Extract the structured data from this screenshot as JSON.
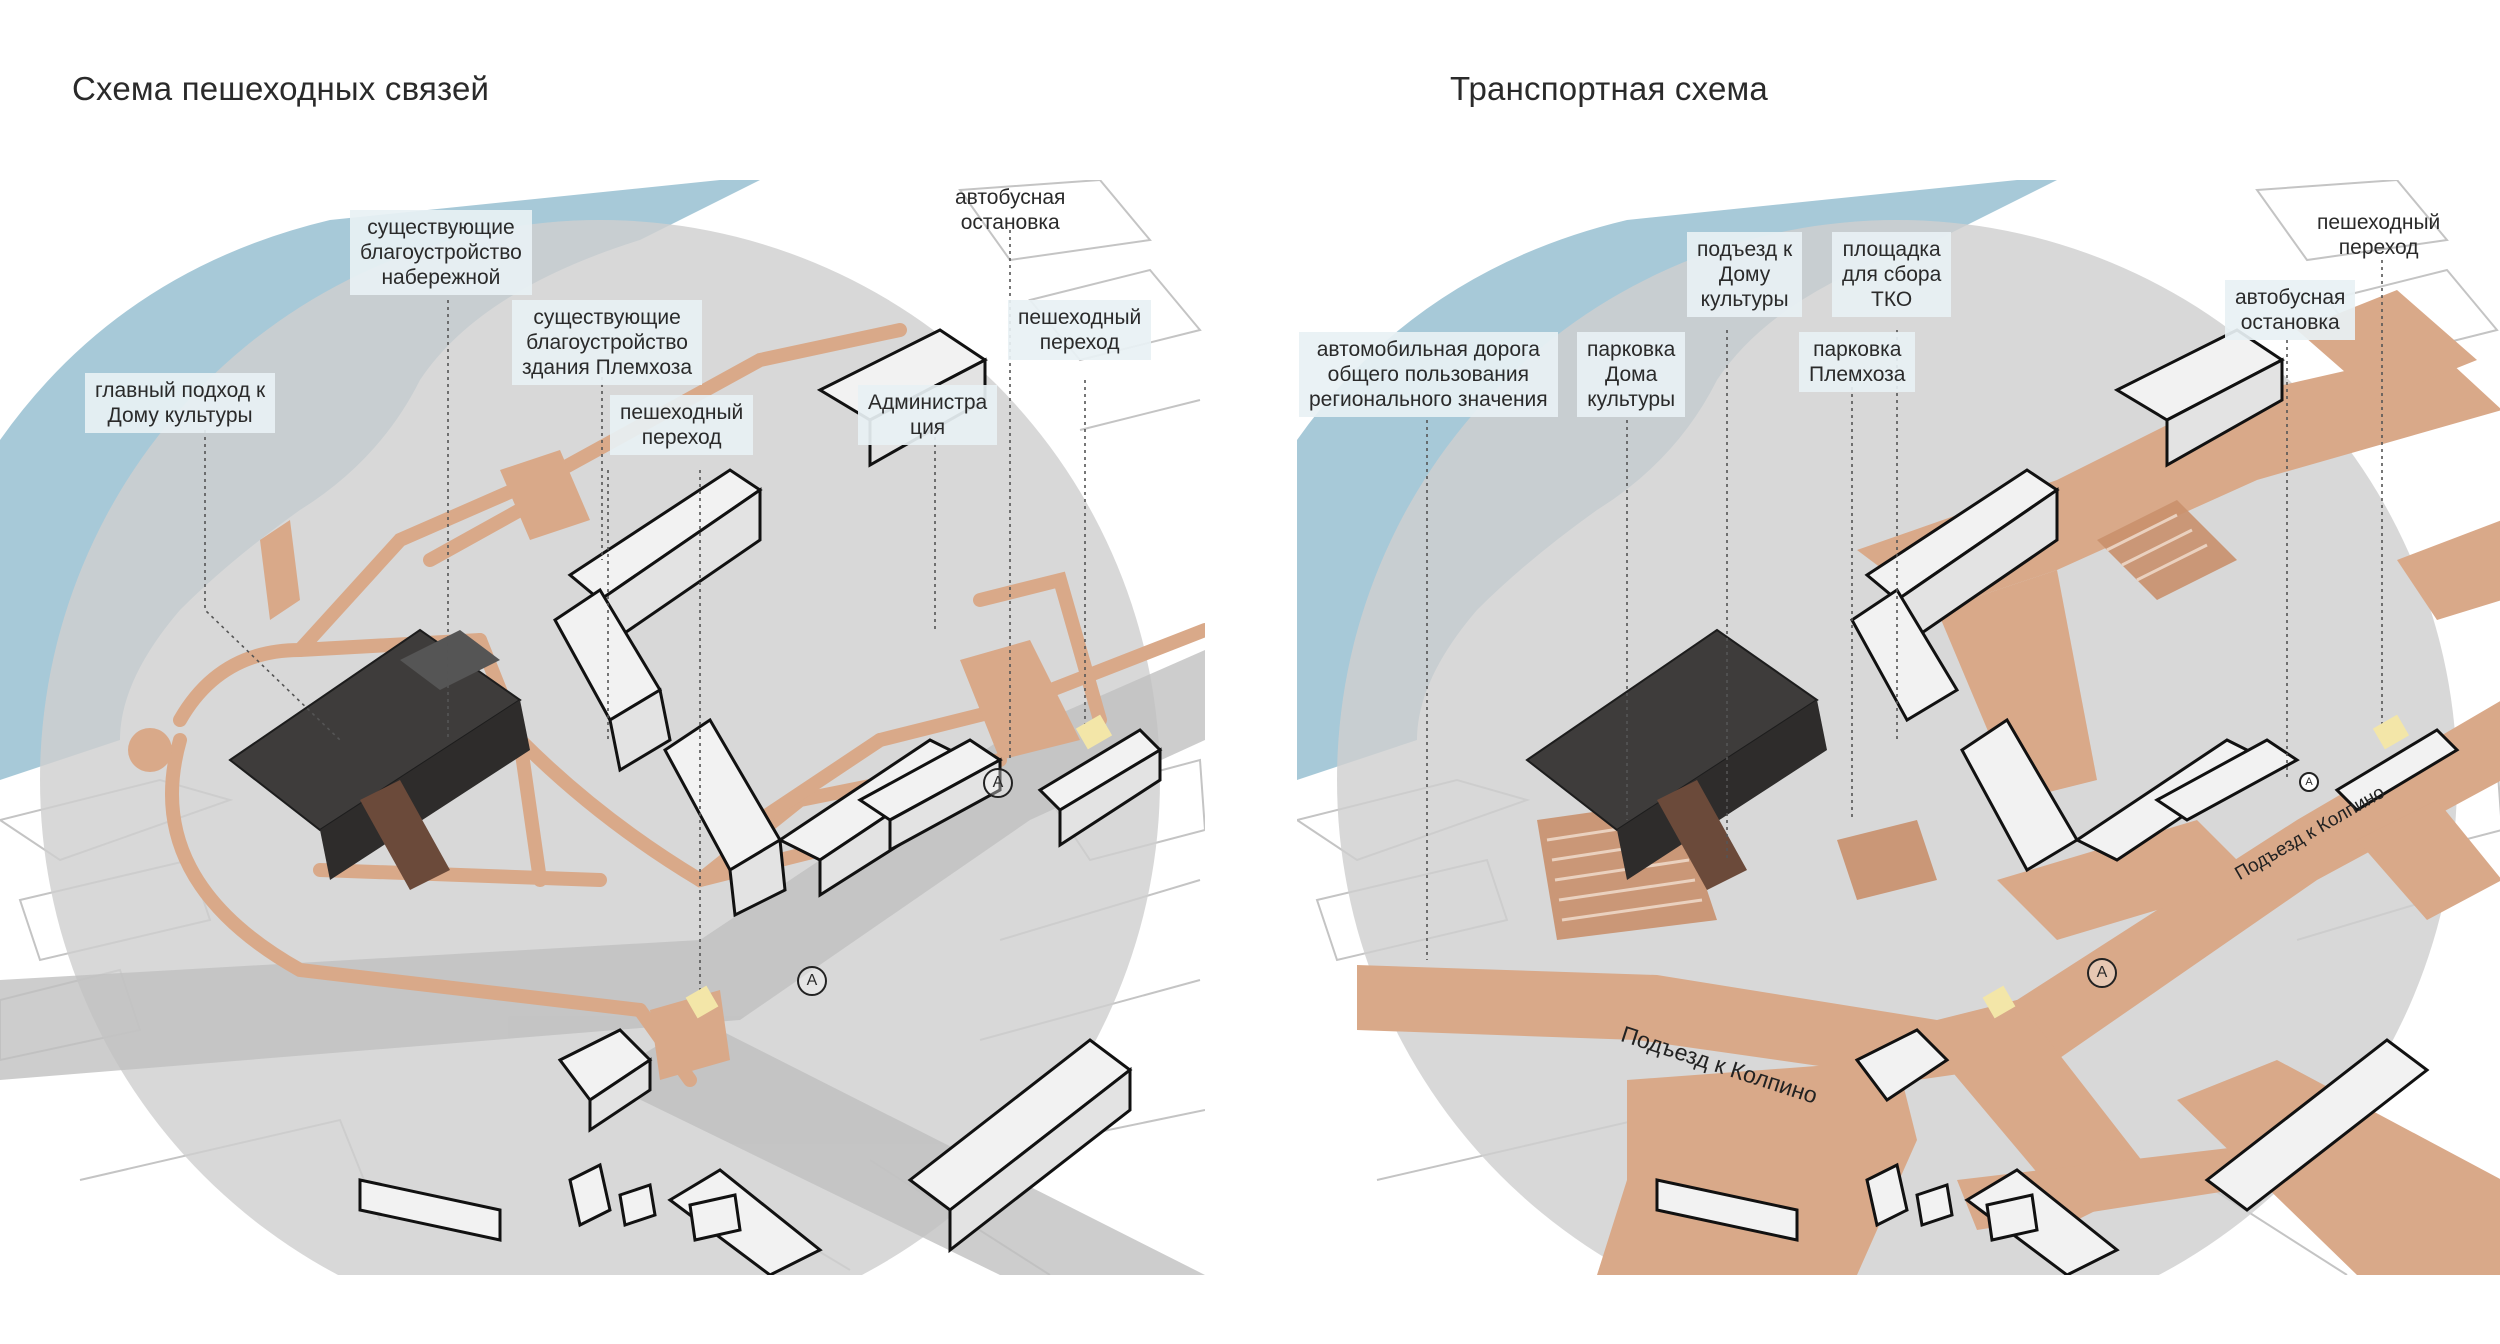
{
  "colors": {
    "water": "#a7c9d8",
    "circle": "#cfcfcf",
    "path": "#d9a989",
    "building_dark": "#3e3c3b",
    "outline": "#b9b9b9"
  },
  "left": {
    "title": "Схема пешеходных связей",
    "labels": {
      "embankment": "существующие\nблагоустройство\nнабережной",
      "main_approach": "главный подход к\nДому культуры",
      "plemhoz_building": "существующие\nблагоустройство\nздания Племхоза",
      "crossing_center": "пешеходный\nпереход",
      "administration": "Администра\nция",
      "bus_stop": "автобусная\nостановка",
      "crossing_right": "пешеходный\nпереход"
    },
    "stop_symbol_1": "A",
    "stop_symbol_2": "A"
  },
  "right": {
    "title": "Транспортная схема",
    "labels": {
      "regional_road": "автомобильная дорога\nобщего пользования\nрегионального значения",
      "parking_dk": "парковка\nДома\nкультуры",
      "access_dk": "подъезд к\nДому\nкультуры",
      "parking_plemhoz": "парковка\nПлемхоза",
      "waste_site": "площадка\nдля сбора\nТКО",
      "bus_stop": "автобусная\nостановка",
      "crossing": "пешеходный\nпереход"
    },
    "road_name_main": "Подъезд к Колпино",
    "road_name_side": "Подъезд к Колпино",
    "stop_symbol_1": "A",
    "stop_symbol_2": "A"
  }
}
